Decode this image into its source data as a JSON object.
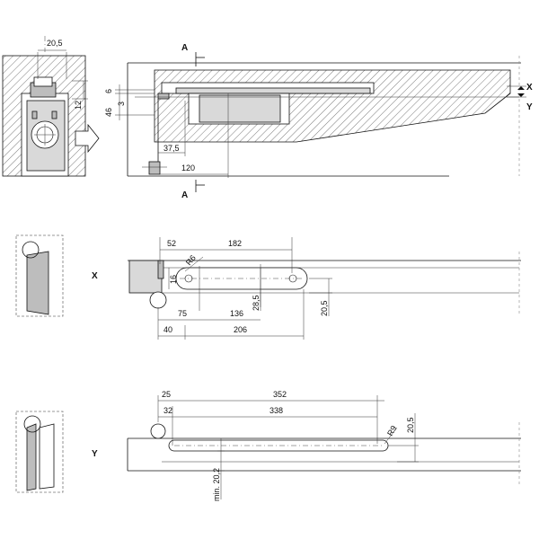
{
  "section_marks": {
    "a_top": "A",
    "a_bottom": "A",
    "x_mark": "X",
    "y_mark": "Y"
  },
  "view_labels": {
    "x_view": "X",
    "y_view": "Y"
  },
  "top_dims": {
    "d20_5": "20,5",
    "d12": "12",
    "d6": "6",
    "d3": "3",
    "d46": "46",
    "d37_5": "37,5",
    "d120": "120"
  },
  "x_dims": {
    "d52": "52",
    "d182": "182",
    "r6": "R6",
    "d16": "16",
    "d28_5": "28,5",
    "d20_5": "20,5",
    "d75": "75",
    "d136": "136",
    "d40": "40",
    "d206": "206"
  },
  "y_dims": {
    "d25": "25",
    "d352": "352",
    "d32": "32",
    "d338": "338",
    "r9": "R9",
    "d20_5": "20,5",
    "min20_2": "min. 20,2"
  }
}
